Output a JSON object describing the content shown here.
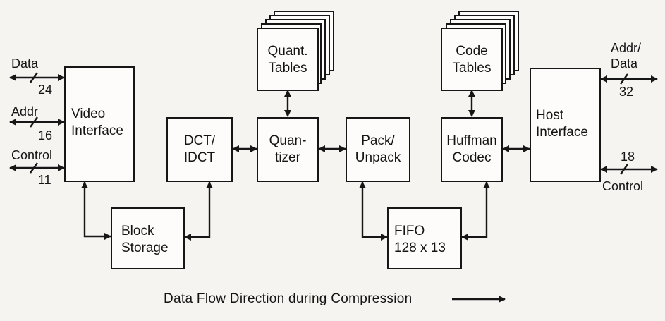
{
  "blocks": {
    "video_interface": [
      "Video",
      "Interface"
    ],
    "dct": [
      "DCT/",
      "IDCT"
    ],
    "quantizer": [
      "Quan-",
      "tizer"
    ],
    "pack": [
      "Pack/",
      "Unpack"
    ],
    "huffman": [
      "Huffman",
      "Codec"
    ],
    "host_interface": [
      "Host",
      "Interface"
    ],
    "block_storage": [
      "Block",
      "Storage"
    ],
    "fifo": [
      "FIFO",
      "128 x 13"
    ],
    "quant_tables": [
      "Quant.",
      "Tables"
    ],
    "code_tables": [
      "Code",
      "Tables"
    ]
  },
  "signals": {
    "left": [
      {
        "name": "Data",
        "width": "24"
      },
      {
        "name": "Addr",
        "width": "16"
      },
      {
        "name": "Control",
        "width": "11"
      }
    ],
    "right": [
      {
        "name": "Addr/",
        "name2": "Data",
        "width": "32"
      },
      {
        "name": "Control",
        "width": "18"
      }
    ]
  },
  "caption": "Data Flow Direction during Compression"
}
